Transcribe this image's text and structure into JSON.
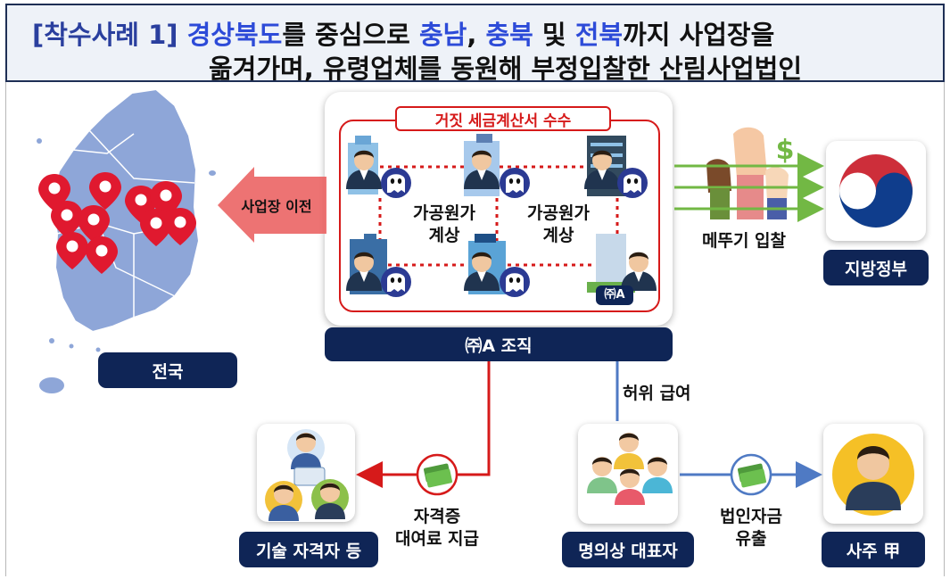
{
  "title": {
    "tag": "[착수사례 1]",
    "line1_hl1": "경상북도",
    "line1_t1": "를 중심으로 ",
    "line1_hl2": "충남",
    "line1_t2": ", ",
    "line1_hl3": "충북",
    "line1_t3": " 및 ",
    "line1_hl4": "전북",
    "line1_t4": "까지 사업장을",
    "line2": "옮겨가며, 유령업체를 동원해 부정입찰한 산림사업법인"
  },
  "map": {
    "label": "전국",
    "arrow_label": "사업장 이전"
  },
  "organization": {
    "tag": "거짓 세금계산서 수수",
    "inflated_cost_1": "가공원가\n계상",
    "inflated_cost_2": "가공원가\n계상",
    "company_badge": "㈜A",
    "label": "㈜A 조직"
  },
  "bidding": {
    "label": "메뚜기 입찰",
    "dollar": "$"
  },
  "government": {
    "label": "지방정부"
  },
  "flows": {
    "fake_salary": "허위 급여",
    "license_fee": "자격증\n대여료 지급",
    "fund_outflow": "법인자금\n유출"
  },
  "nodes": {
    "license_holders": "기술 자격자 등",
    "nominal_ceo": "명의상 대표자",
    "owner": "사주 甲"
  },
  "colors": {
    "navy": "#0f2556",
    "red": "#d61a1a",
    "blue_line": "#4f7ac4",
    "green_arrow": "#72b844",
    "highlight_blue": "#2d4bd8",
    "map_blue": "#8ea6d8",
    "pin_red": "#e0192f"
  }
}
